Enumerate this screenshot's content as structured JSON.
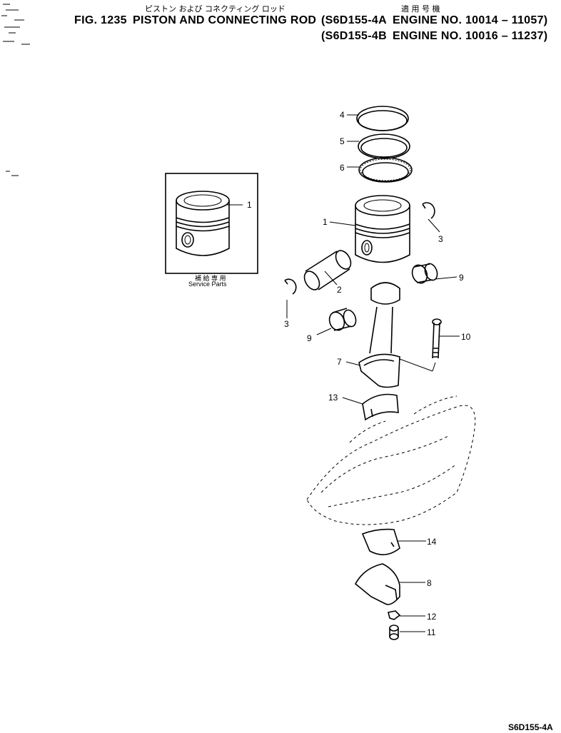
{
  "header": {
    "title_jp": "ピストン および コネクティング ロッド",
    "applicable_jp": "適 用 号 機",
    "line1_fig": "FIG. 1235",
    "line1_title": "PISTON AND CONNECTING ROD",
    "line1_model": "(S6D155-4A",
    "line1_engine": "ENGINE NO. 10014 – 11057)",
    "line2_model": "(S6D155-4B",
    "line2_engine": "ENGINE NO. 10016 – 11237)"
  },
  "service_box": {
    "caption_jp": "補 給 専 用",
    "caption_en": "Service Parts",
    "part_number": "1"
  },
  "callouts": [
    "4",
    "5",
    "6",
    "1",
    "3",
    "2",
    "9",
    "3",
    "9",
    "10",
    "7",
    "13",
    "14",
    "8",
    "12",
    "11"
  ],
  "footer": {
    "code": "S6D155-4A"
  }
}
